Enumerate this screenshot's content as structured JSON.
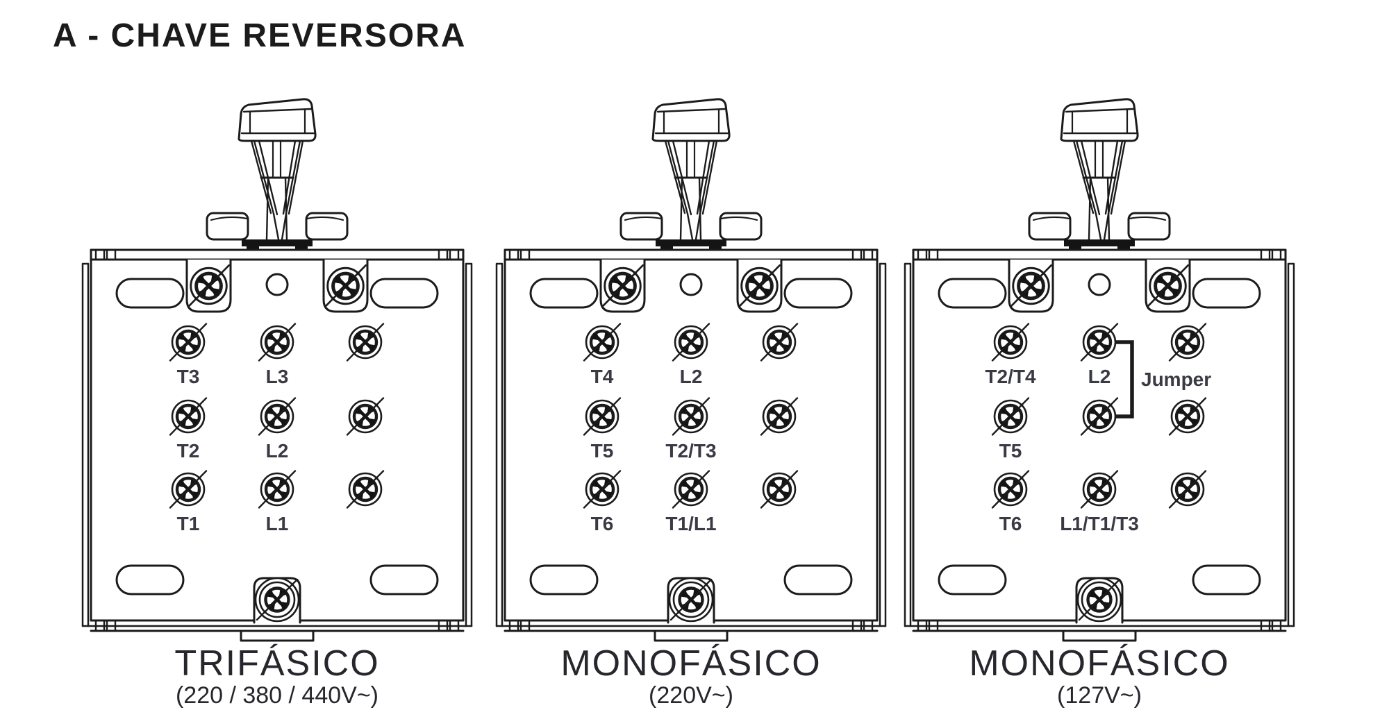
{
  "title": "A - CHAVE REVERSORA",
  "switches": [
    {
      "caption": "TRIFÁSICO",
      "voltage": "(220 / 380 / 440V~)",
      "terminals": {
        "r1c1": "T3",
        "r1c2": "L3",
        "r2c1": "T2",
        "r2c2": "L2",
        "r3c1": "T1",
        "r3c2": "L1"
      }
    },
    {
      "caption": "MONOFÁSICO",
      "voltage": "(220V~)",
      "terminals": {
        "r1c1": "T4",
        "r1c2": "L2",
        "r2c1": "T5",
        "r2c2": "T2/T3",
        "r3c1": "T6",
        "r3c2": "T1/L1"
      }
    },
    {
      "caption": "MONOFÁSICO",
      "voltage": "(127V~)",
      "terminals": {
        "r1c1": "T2/T4",
        "r1c2": "L2",
        "r2c1": "T5",
        "r2c2": "",
        "r3c1": "T6",
        "r3c2": "L1/T1/T3"
      },
      "jumper_label": "Jumper"
    }
  ],
  "colors": {
    "line": "#1b1b1b",
    "label": "#3a3a45",
    "caption": "#26262c",
    "background": "#ffffff"
  }
}
